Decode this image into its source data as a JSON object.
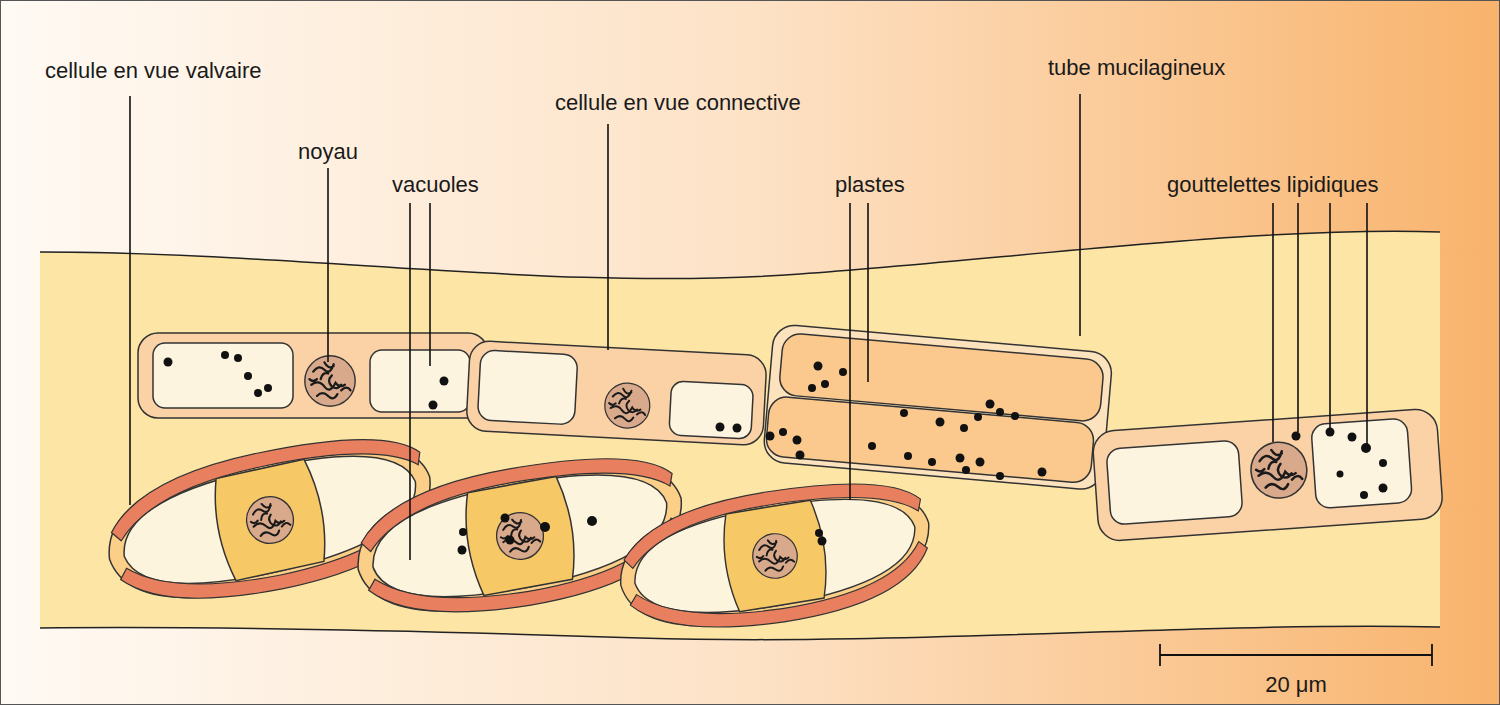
{
  "diagram": {
    "labels": [
      "cellule en vue valvaire",
      "noyau",
      "vacuoles",
      "cellule en vue connective",
      "plastes",
      "tube mucilagineux",
      "gouttelettes lipidiques",
      "20 μm"
    ]
  }
}
